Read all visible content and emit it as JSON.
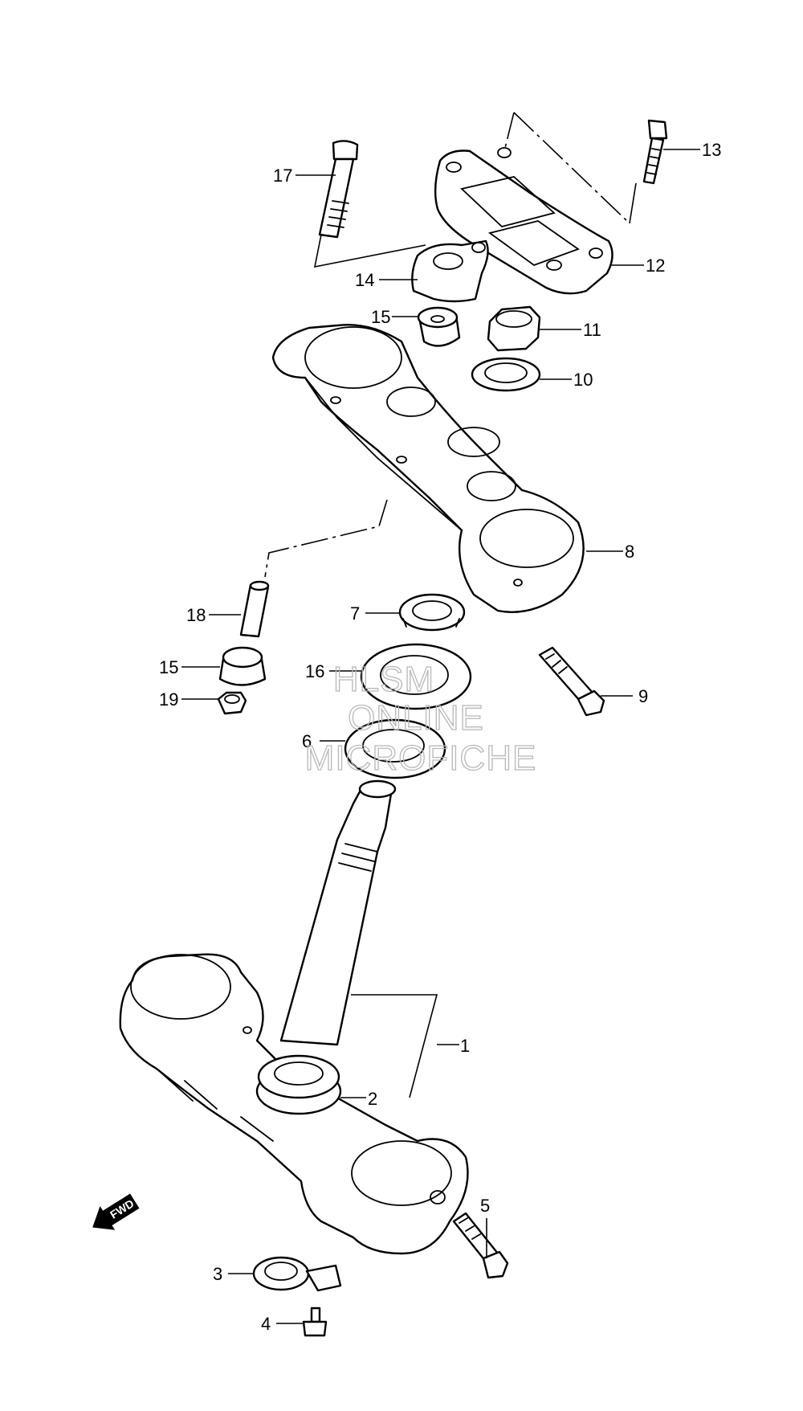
{
  "callouts": [
    "1",
    "2",
    "3",
    "4",
    "5",
    "6",
    "7",
    "8",
    "9",
    "10",
    "11",
    "12",
    "13",
    "14",
    "15",
    "16",
    "17",
    "18",
    "15",
    "19"
  ],
  "watermark": {
    "line1": "HLSM",
    "line2": "ONLINE",
    "line3": "MICROFICHE"
  },
  "fwd_label": "FWD"
}
